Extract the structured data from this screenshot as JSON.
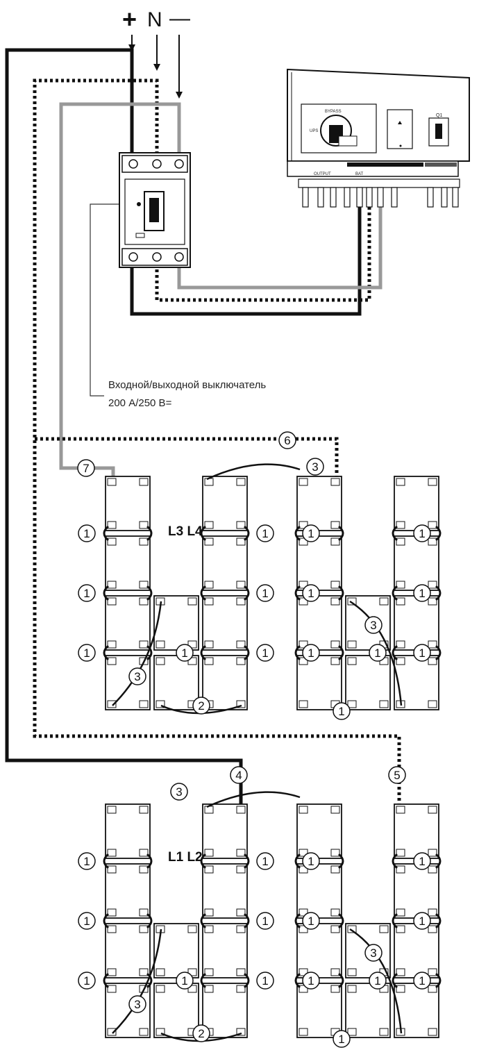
{
  "power_labels": {
    "plus": "+",
    "neutral": "N",
    "minus": "—"
  },
  "breaker_caption": {
    "line1": "Входной/выходной выключатель",
    "line2": "200 А/250 В="
  },
  "ups": {
    "bypass_label": "BYPASS",
    "ups_label": "UPS",
    "q1_label": "Q1",
    "output_label": "OUTPUT",
    "bat_label": "BAT"
  },
  "group_labels": {
    "upper": "L3 L4",
    "lower": "L1 L2"
  },
  "cable_numbers": {
    "n1": "1",
    "n2": "2",
    "n3": "3",
    "n4": "4",
    "n5": "5",
    "n6": "6",
    "n7": "7"
  },
  "colors": {
    "plus_wire": "#111111",
    "neutral_wire": "#111111",
    "minus_wire": "#999999"
  },
  "icons": {
    "breaker": "circuit-breaker-icon",
    "ups": "ups-cabinet-icon",
    "battery": "battery-icon"
  }
}
